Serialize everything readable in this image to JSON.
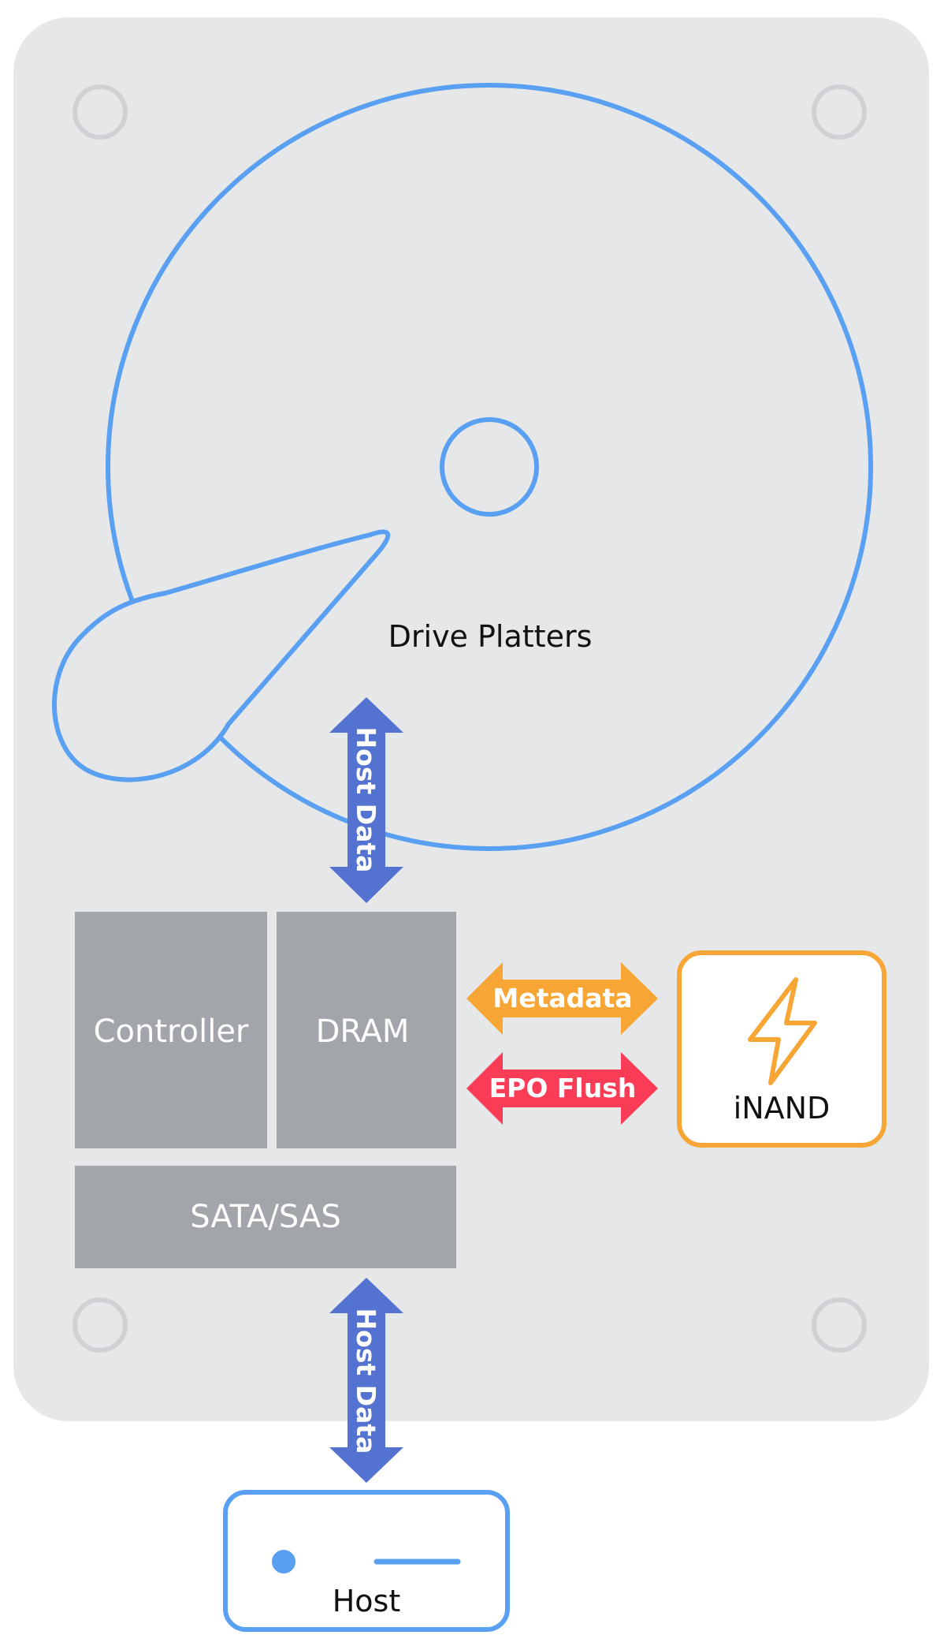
{
  "platters": {
    "label": "Drive Platters"
  },
  "blocks": {
    "controller": "Controller",
    "dram": "DRAM",
    "interface": "SATA/SAS",
    "inand": "iNAND",
    "host": "Host"
  },
  "arrows": {
    "host_data_top": "Host Data",
    "host_data_bottom": "Host Data",
    "metadata": "Metadata",
    "epo_flush": "EPO Flush"
  },
  "colors": {
    "drive_body": "#e6e7e8",
    "platter_stroke": "#5aa0f2",
    "block_gray": "#a2a6aa",
    "host_data_arrow": "#5472d0",
    "metadata_arrow": "#f7a535",
    "epo_flush_arrow": "#fa3c56",
    "inand_stroke": "#f7a535",
    "host_stroke": "#5aa0f2"
  },
  "icons": {
    "inand": "lightning-bolt-icon",
    "screws": "screw-hole-icon"
  }
}
